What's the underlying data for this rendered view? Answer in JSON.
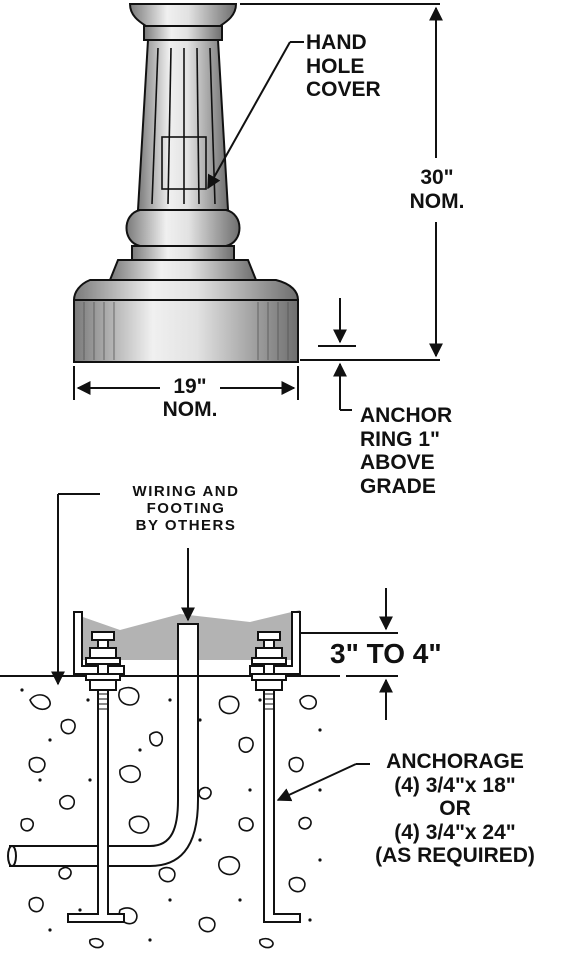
{
  "labels": {
    "hand_hole_cover": "HAND\nHOLE\nCOVER",
    "height": "30\"\nNOM.",
    "width": "19\"\nNOM.",
    "anchor_ring": "ANCHOR\nRING 1\"\nABOVE\nGRADE",
    "wiring": "WIRING AND\nFOOTING\nBY OTHERS",
    "grout_depth": "3\" TO 4\"",
    "anchorage": "ANCHORAGE\n(4) 3/4\"x 18\"\nOR\n(4) 3/4\"x 24\"\n(AS REQUIRED)"
  },
  "colors": {
    "line": "#111111",
    "base_fill": "#d4d4d4",
    "base_shadow": "#8a8a8a",
    "grout": "#b3b3b3",
    "concrete": "#ffffff"
  }
}
